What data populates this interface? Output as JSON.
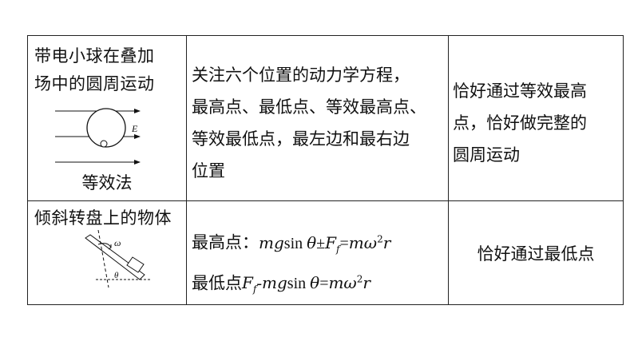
{
  "rows": [
    {
      "scenario": "带电小球在叠加场中的圆周运动",
      "scenario_line1": "带电小球在叠加",
      "scenario_line2": "场中的圆周运动",
      "figure_label": "E",
      "figure_caption": "等效法",
      "analysis_lines": [
        "关注六个位置的动力学方程，",
        "最高点、最低点、等效最高点、",
        "等效最低点，最左边和最右边",
        "位置"
      ],
      "condition_lines": [
        "恰好通过等效最高",
        "点，恰好做完整的",
        "圆周运动"
      ]
    },
    {
      "scenario": "倾斜转盘上的物体",
      "figure_labels": {
        "omega": "ω",
        "theta": "θ"
      },
      "formula1_prefix": "最高点：",
      "formula2_prefix": "最低点",
      "condition": "恰好通过最低点"
    }
  ]
}
